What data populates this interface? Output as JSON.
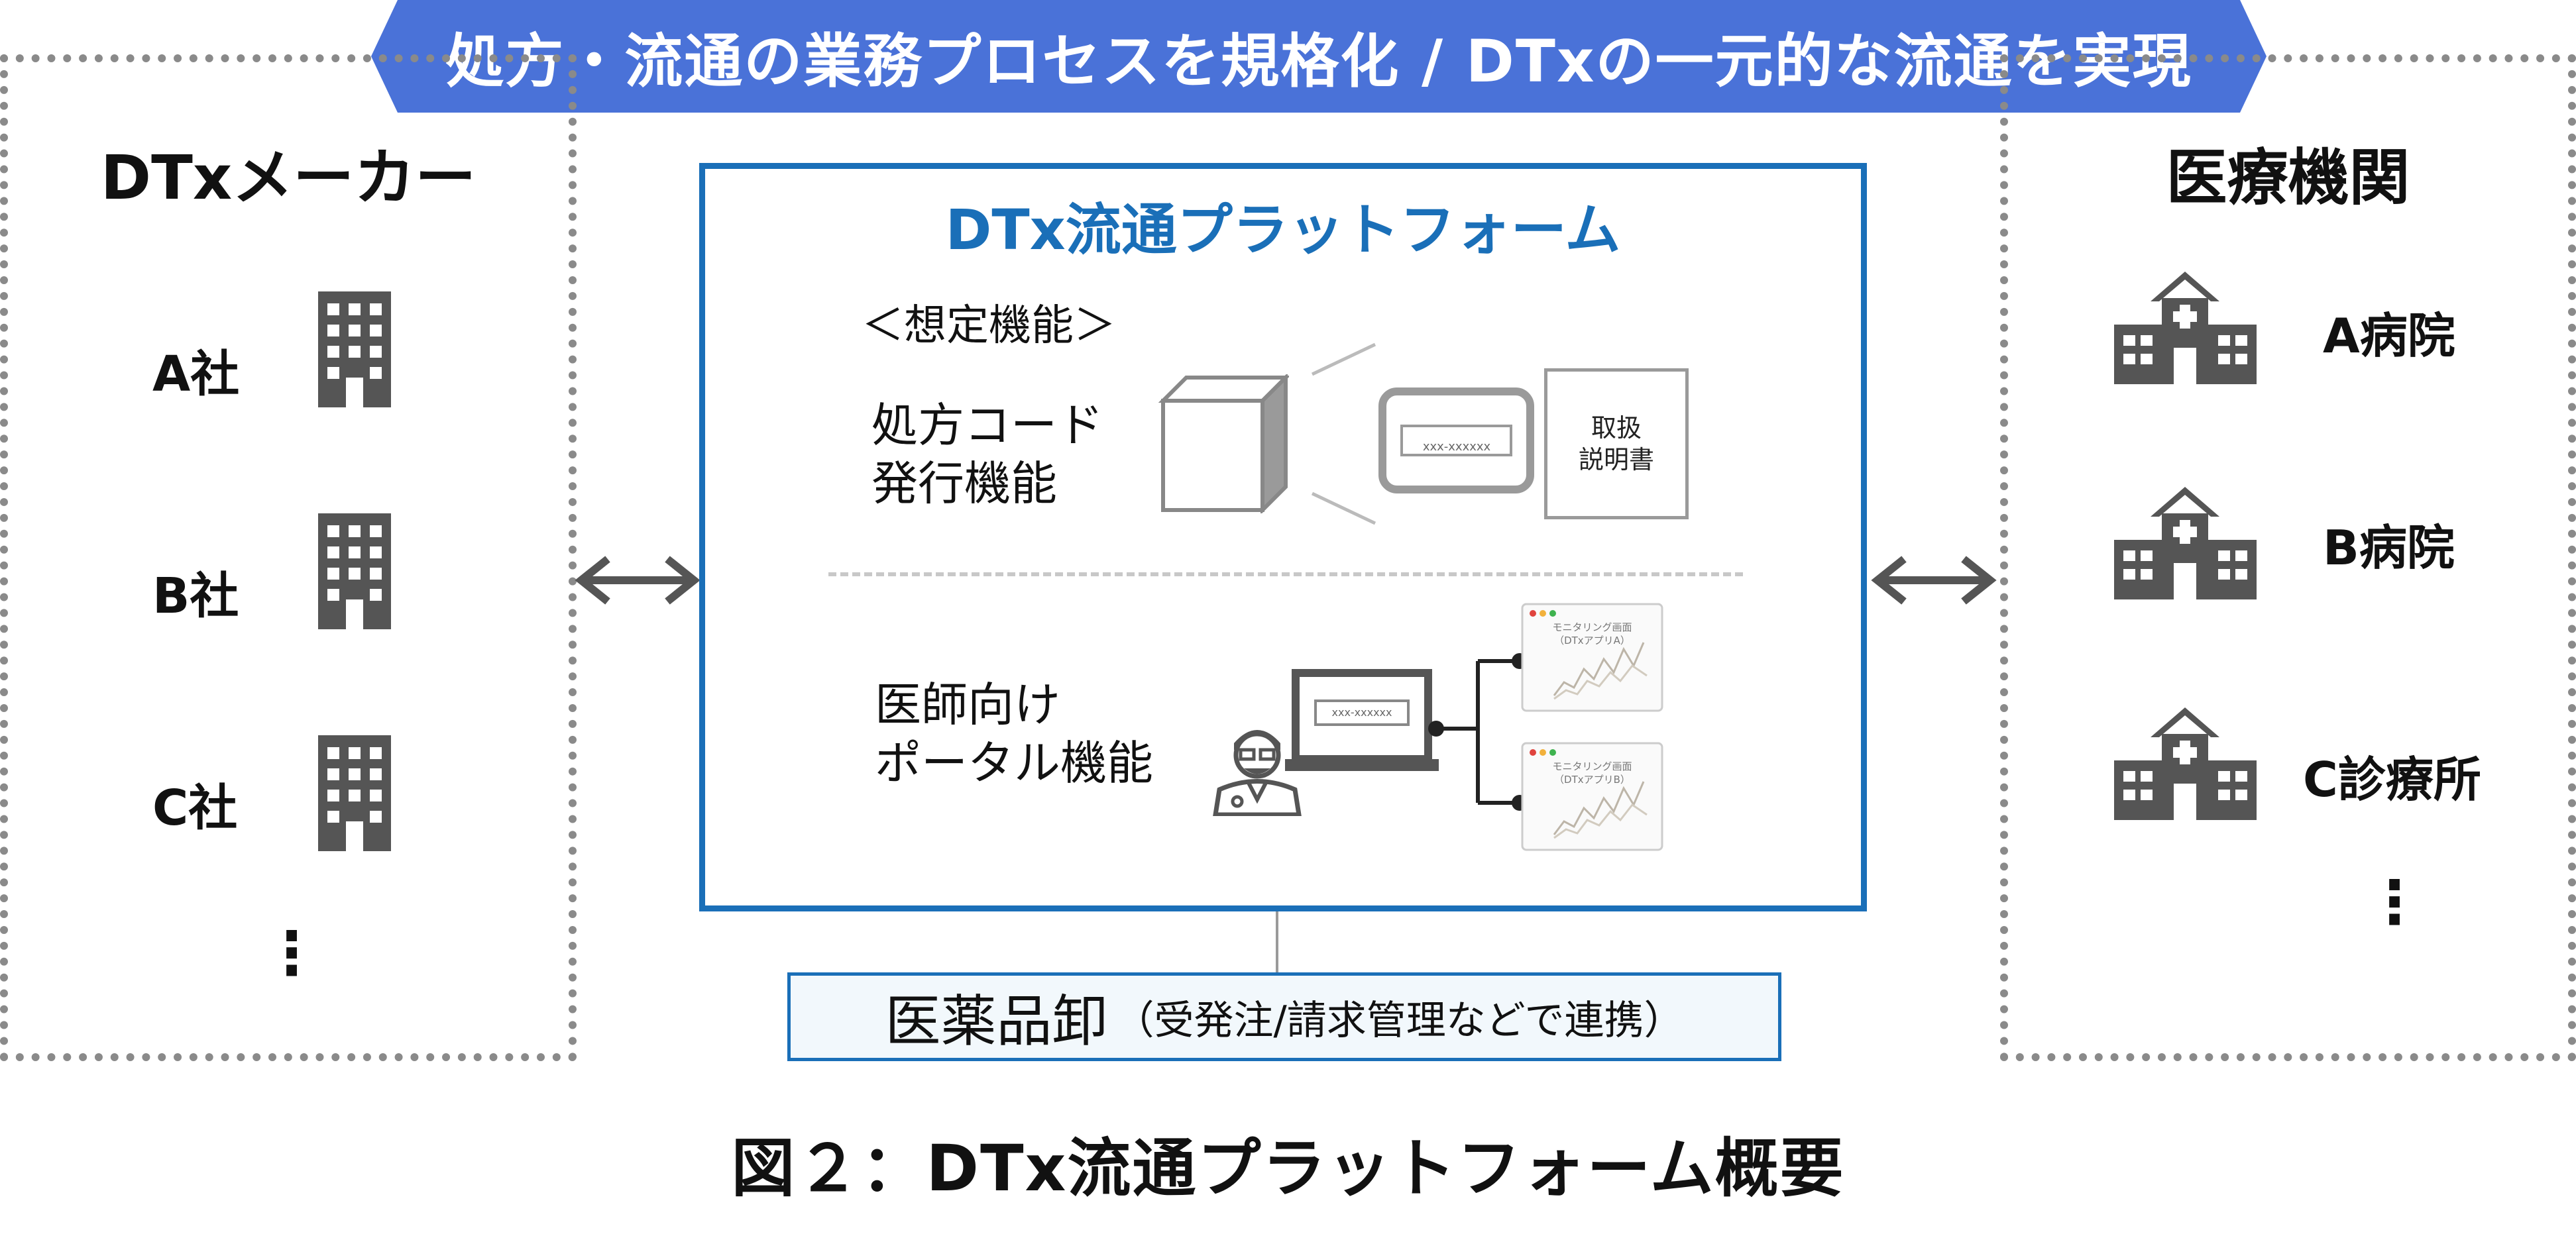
{
  "banner": {
    "text": "処方・流通の業務プロセスを規格化 / DTxの一元的な流通を実現",
    "color": "#4a72d8"
  },
  "maker_panel": {
    "title": "DTxメーカー",
    "companies": [
      "A社",
      "B社",
      "C社"
    ],
    "more": "⋮"
  },
  "medical_panel": {
    "title": "医療機関",
    "institutions": [
      "A病院",
      "B病院",
      "C診療所"
    ],
    "more": "⋮"
  },
  "platform": {
    "title": "DTx流通プラットフォーム",
    "assumed_functions": "＜想定機能＞",
    "function1": {
      "line1": "処方コード",
      "line2": "発行機能",
      "code_text": "xxx-xxxxxx"
    },
    "manual": {
      "line1": "取扱",
      "line2": "説明書"
    },
    "function2": {
      "line1": "医師向け",
      "line2": "ポータル機能",
      "laptop_code": "xxx-xxxxxx"
    },
    "monitor_a": {
      "line1": "モニタリング画面",
      "line2": "（DTxアプリA）"
    },
    "monitor_b": {
      "line1": "モニタリング画面",
      "line2": "（DTxアプリB）"
    },
    "accent_color": "#1a6fb8"
  },
  "wholesaler": {
    "main": "医薬品卸",
    "sub": "（受発注/請求管理などで連携）"
  },
  "caption": "図２：DTx流通プラットフォーム概要",
  "icons": [
    "building-icon",
    "hospital-icon",
    "cube-icon",
    "device-icon",
    "doctor-icon",
    "laptop-icon",
    "double-arrow-icon"
  ],
  "colors": {
    "icon_gray": "#555555",
    "light_gray": "#9a9a9a"
  }
}
